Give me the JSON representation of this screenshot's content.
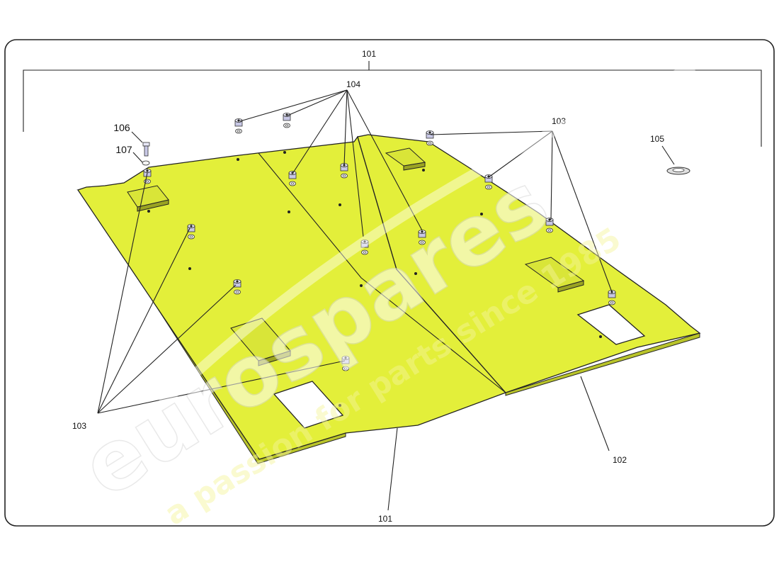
{
  "labels": {
    "l101_top": "101",
    "l101_bottom": "101",
    "l102": "102",
    "l103_left": "103",
    "l103_right": "103",
    "l104": "104",
    "l105": "105",
    "l106": "106",
    "l107": "107"
  },
  "watermark": {
    "brand": "eurospares",
    "tagline": "a passion for parts since 1985"
  },
  "colors": {
    "panel": "#e3ef3a",
    "bushing": "#c8c8e6",
    "frame": "#222222"
  }
}
